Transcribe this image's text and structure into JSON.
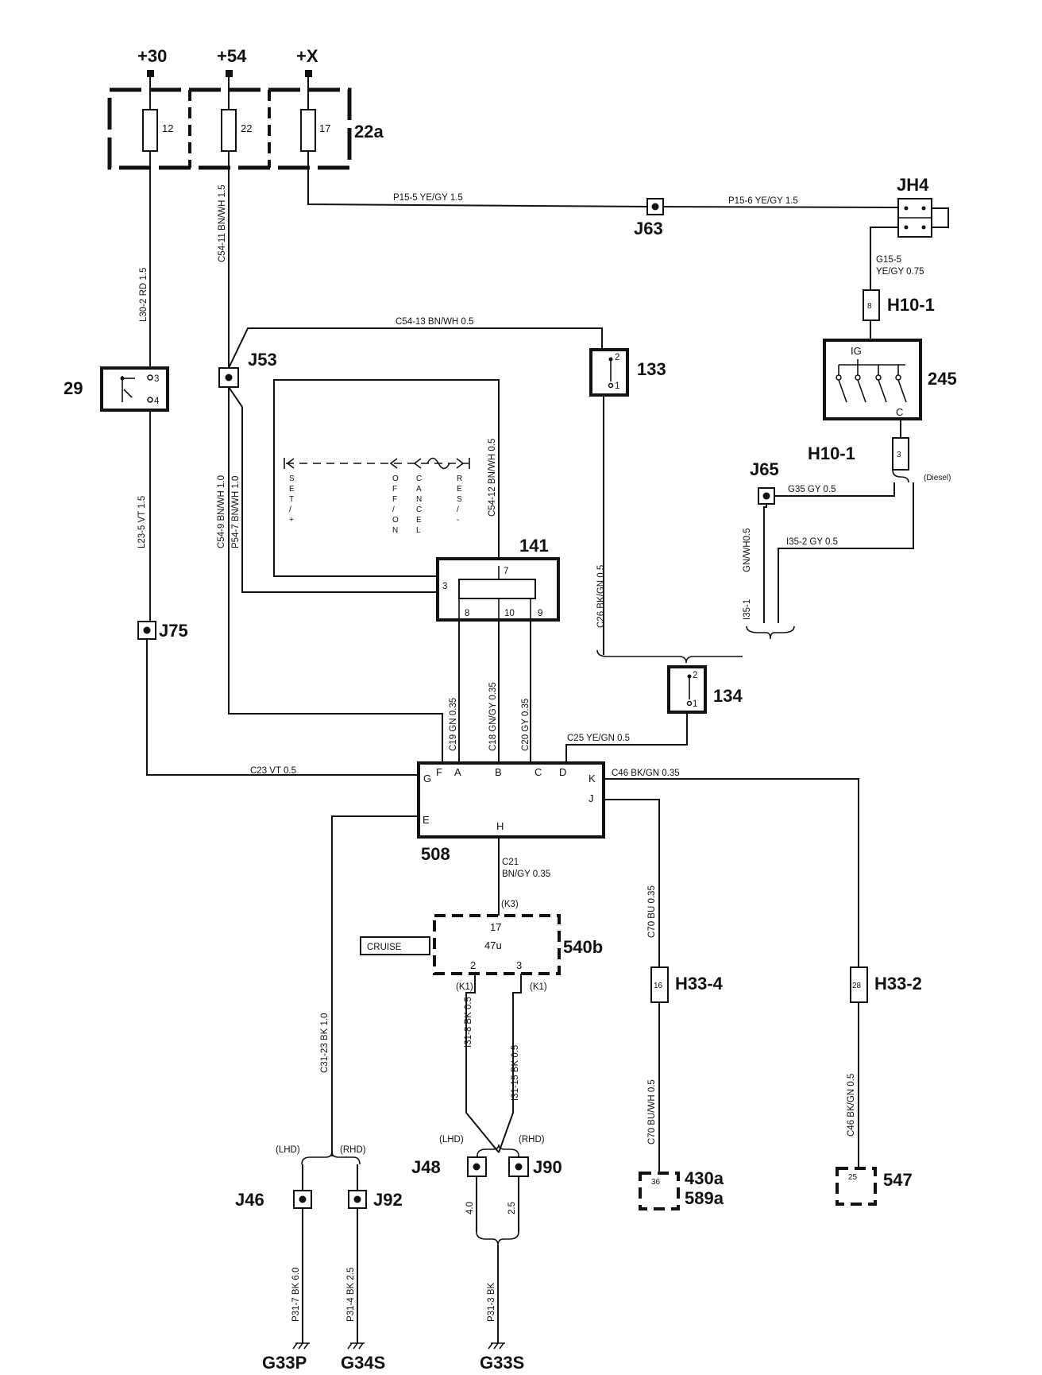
{
  "supplies": [
    "+30",
    "+54",
    "+X"
  ],
  "fusebox": {
    "id": "22a",
    "fuses": [
      "12",
      "22",
      "17"
    ]
  },
  "components": {
    "c29": "29",
    "c29_pins": [
      "3",
      "4"
    ],
    "c133": "133",
    "c133_pins": [
      "2",
      "1"
    ],
    "c134": "134",
    "c134_pins": [
      "2",
      "1"
    ],
    "c141": "141",
    "c141_pins": [
      "3",
      "7",
      "8",
      "10",
      "9"
    ],
    "c245": "245",
    "c245_pins": [
      "IG",
      "C"
    ],
    "c508": "508",
    "c508_pins": [
      "G",
      "F",
      "A",
      "B",
      "C",
      "D",
      "K",
      "J",
      "E",
      "H"
    ],
    "c540b": "540b",
    "c540b_text": "47u",
    "c540b_pins": [
      "17",
      "2",
      "3"
    ],
    "cruise": "CRUISE",
    "c430a": "430a",
    "c589a": "589a",
    "c430_pin": "36",
    "c547": "547",
    "c547_pin": "25"
  },
  "connectors": {
    "jh4": "JH4",
    "h10_1_top": "H10-1",
    "h10_1_top_pin": "8",
    "h10_1_bot": "H10-1",
    "h10_1_bot_pin": "3",
    "h33_4": "H33-4",
    "h33_4_pin": "16",
    "h33_2": "H33-2",
    "h33_2_pin": "28"
  },
  "junctions": {
    "j63": "J63",
    "j53": "J53",
    "j65": "J65",
    "j75": "J75",
    "j48": "J48",
    "j90": "J90",
    "j46": "J46",
    "j92": "J92"
  },
  "grounds": [
    "G33P",
    "G34S",
    "G33S"
  ],
  "switch_labels": [
    "SET/+",
    "OFF/ON",
    "CANCEL",
    "RES/-"
  ],
  "notes": [
    "(Diesel)",
    "(K3)",
    "(K1)",
    "(K1)",
    "(LHD)",
    "(RHD)",
    "(LHD)",
    "(RHD)"
  ],
  "wire_labels": {
    "p15_5": "P15-5   YE/GY  1.5",
    "p15_6": "P15-6   YE/GY  1.5",
    "g15_5a": "G15-5",
    "g15_5b": "YE/GY  0.75",
    "l30_2": "L30-2    RD  1.5",
    "c54_11": "C54-11   BN/WH  1.5",
    "c54_13": "C54-13   BN/WH   0.5",
    "l23_5": "L23-5    VT  1.5",
    "c54_9": "C54-9   BN/WH  1.0",
    "p54_7": "P54-7   BN/WH  1.0",
    "c54_12": "C54-12   BN/WH  0.5",
    "c26": "C26  BK/GN  0.5",
    "g35": "G35  GY   0.5",
    "gnwh": "GN/WH0.5",
    "i35_2": "I35-2      GY  0.5",
    "i35_1": "I35-1",
    "c19": "C19   GN  0.35",
    "c18": "C18   GN/GY  0.35",
    "c20": "C20   GY  0.35",
    "c25": "C25  YE/GN   0.5",
    "c23": "C23   VT    0.5",
    "c46": "C46  BK/GN  0.35",
    "c21a": "C21",
    "c21b": "BN/GY  0.35",
    "c70_top": "C70   BU   0.35",
    "c70_bot": "C70   BU/WH   0.5",
    "c46_bot": "C46   BK/GN   0.5",
    "c31_23": "C31-23    BK  1.0",
    "i31_8": "I31-8      BK  0.5",
    "i31_15": "I31-15      BK  0.5",
    "p31_7": "P31-7    BK   6.0",
    "p31_4": "P31-4    BK   2.5",
    "p31_3": "P31-3        BK",
    "w40": "4.0",
    "w25": "2.5"
  }
}
